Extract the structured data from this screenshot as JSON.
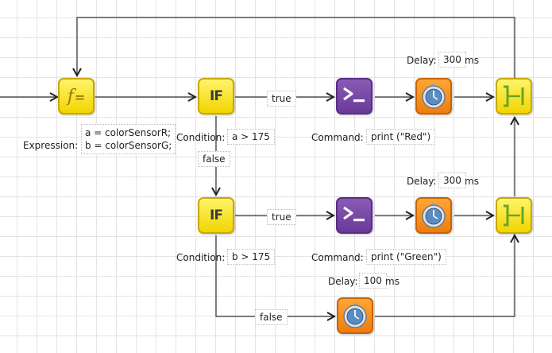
{
  "expression": {
    "label": "Expression:",
    "line1": "a = colorSensorR;",
    "line2": "b = colorSensorG;"
  },
  "if1": {
    "icon": "IF",
    "label": "Condition:",
    "condition": "a > 175"
  },
  "if2": {
    "icon": "IF",
    "label": "Condition:",
    "condition": "b > 175"
  },
  "edges": {
    "true1": "true",
    "false1": "false",
    "true2": "true",
    "false2": "false"
  },
  "cmd1": {
    "label": "Command:",
    "value": "print (\"Red\")"
  },
  "cmd2": {
    "label": "Command:",
    "value": "print (\"Green\")"
  },
  "delay1": {
    "label": "Delay:",
    "value": "300",
    "unit": "ms"
  },
  "delay2": {
    "label": "Delay:",
    "value": "300",
    "unit": "ms"
  },
  "delay3": {
    "label": "Delay:",
    "value": "100",
    "unit": "ms"
  },
  "colors": {
    "function_block": "#f6e11a",
    "command_block": "#7a4aa8",
    "delay_block": "#f28c1c",
    "wire": "#333333"
  }
}
